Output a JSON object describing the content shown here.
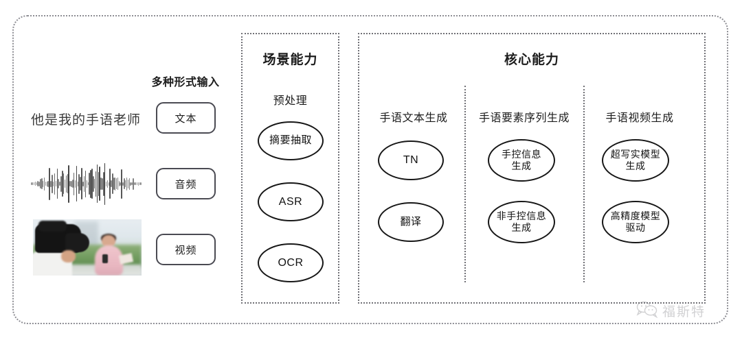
{
  "diagram": {
    "input_section": {
      "heading": "多种形式输入",
      "sample_text": "他是我的手语老师",
      "modalities": [
        {
          "label": "文本",
          "media": "text-sample"
        },
        {
          "label": "音频",
          "media": "audio-waveform"
        },
        {
          "label": "视频",
          "media": "video-thumbnail"
        }
      ]
    },
    "scene_panel": {
      "title": "场景能力",
      "group_label": "预处理",
      "nodes": [
        "摘要抽取",
        "ASR",
        "OCR"
      ]
    },
    "core_panel": {
      "title": "核心能力",
      "columns": [
        {
          "label": "手语文本生成",
          "nodes": [
            "TN",
            "翻译"
          ]
        },
        {
          "label": "手语要素序列生成",
          "nodes": [
            "手控信息\n生成",
            "非手控信息\n生成"
          ]
        },
        {
          "label": "手语视频生成",
          "nodes": [
            "超写实模型\n生成",
            "高精度模型\n驱动"
          ]
        }
      ]
    },
    "watermark": {
      "text": "福斯特",
      "icon": "wechat-bubbles-icon"
    },
    "colors": {
      "background": "#ffffff",
      "frame_border": "#8d8d93",
      "panel_border": "#6f6f75",
      "node_border": "#161616",
      "pill_border": "#4a4a52",
      "text_primary": "#1c1c1c",
      "text_secondary": "#3a3a3a"
    }
  }
}
